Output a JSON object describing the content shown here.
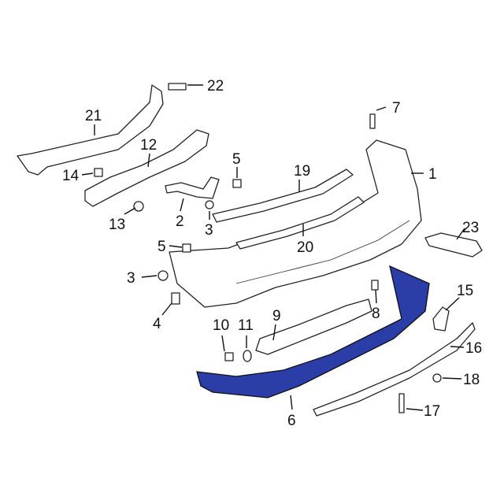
{
  "diagram": {
    "highlight_color": "#2b3da6",
    "callouts": [
      {
        "id": "22",
        "text": "22"
      },
      {
        "id": "21",
        "text": "21"
      },
      {
        "id": "7",
        "text": "7"
      },
      {
        "id": "12",
        "text": "12"
      },
      {
        "id": "5a",
        "text": "5"
      },
      {
        "id": "19",
        "text": "19"
      },
      {
        "id": "1",
        "text": "1"
      },
      {
        "id": "14",
        "text": "14"
      },
      {
        "id": "2",
        "text": "2"
      },
      {
        "id": "3a",
        "text": "3"
      },
      {
        "id": "13",
        "text": "13"
      },
      {
        "id": "20",
        "text": "20"
      },
      {
        "id": "23",
        "text": "23"
      },
      {
        "id": "5b",
        "text": "5"
      },
      {
        "id": "3b",
        "text": "3"
      },
      {
        "id": "15",
        "text": "15"
      },
      {
        "id": "8",
        "text": "8"
      },
      {
        "id": "10",
        "text": "10"
      },
      {
        "id": "11",
        "text": "11"
      },
      {
        "id": "9",
        "text": "9"
      },
      {
        "id": "4",
        "text": "4"
      },
      {
        "id": "16",
        "text": "16"
      },
      {
        "id": "18",
        "text": "18"
      },
      {
        "id": "17",
        "text": "17"
      },
      {
        "id": "6",
        "text": "6"
      }
    ]
  }
}
